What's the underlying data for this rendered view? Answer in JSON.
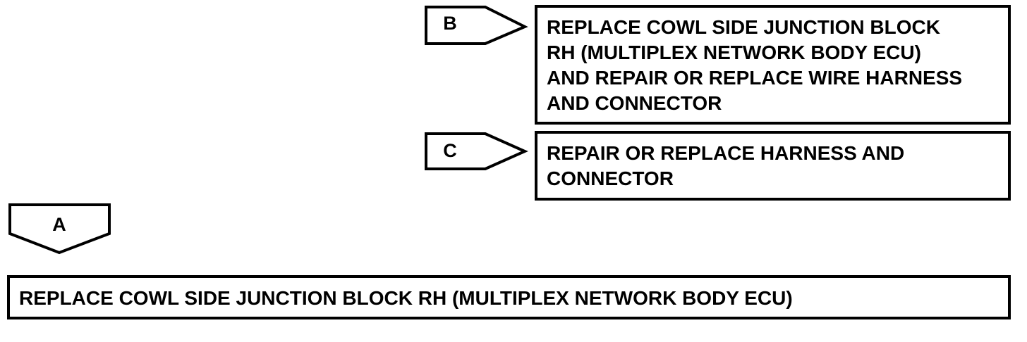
{
  "branch_b": {
    "label": "B",
    "result": "REPLACE COWL SIDE JUNCTION BLOCK\nRH (MULTIPLEX NETWORK BODY ECU)\nAND REPAIR OR REPLACE WIRE HARNESS\nAND CONNECTOR"
  },
  "branch_c": {
    "label": "C",
    "result": "REPAIR OR REPLACE HARNESS AND\nCONNECTOR"
  },
  "branch_a": {
    "label": "A",
    "result": "REPLACE COWL SIDE JUNCTION BLOCK RH (MULTIPLEX NETWORK BODY ECU)"
  }
}
